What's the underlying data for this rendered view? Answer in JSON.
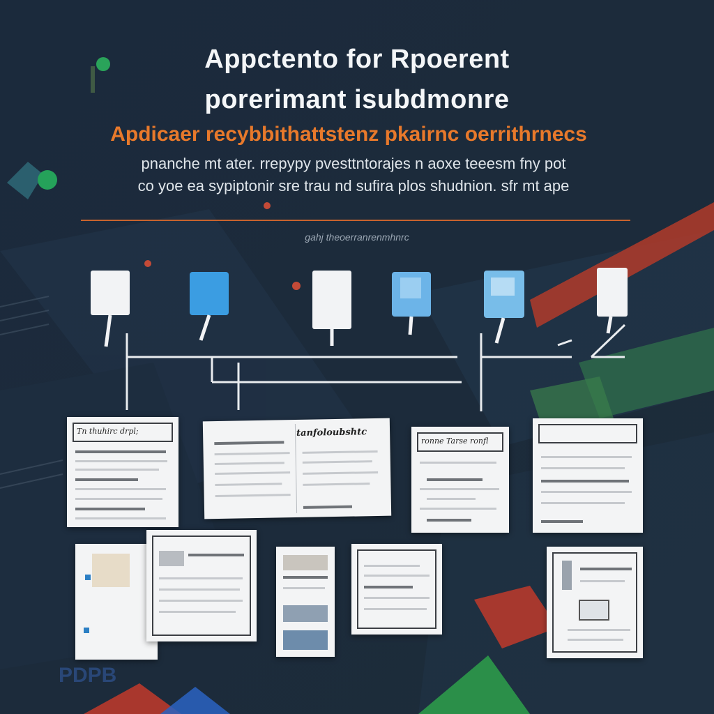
{
  "header": {
    "title_line1": "Appctento for Rpoerent",
    "title_line2": "porerimant isubdmonre",
    "subtitle": "Apdicaer recybbithattstenz pkairnc oerrithrnecs",
    "description_line1": "pnanche mt ater. rrepypy pvesttntorajes n aoxe teeesm fny pot",
    "description_line2": "co yoe ea sypiptonir sre trau nd sufira plos shudnion. sfr mt ape",
    "caption": "gahj theoerranrenmhnrc"
  },
  "documents": [
    {
      "heading": "Tn thuhirc drpl;"
    },
    {
      "heading": "tanfoloubshtc"
    },
    {
      "heading": "ronne Tarse ronfl"
    },
    {
      "heading": ""
    }
  ],
  "corner_text": "PDPB",
  "colors": {
    "background": "#1a2738",
    "title": "#f4f6f8",
    "accent_orange": "#e8792b",
    "connector": "#e9ecef",
    "page": "#f3f4f5"
  },
  "icons": [
    "document-icon",
    "speech-bubble-icon"
  ]
}
